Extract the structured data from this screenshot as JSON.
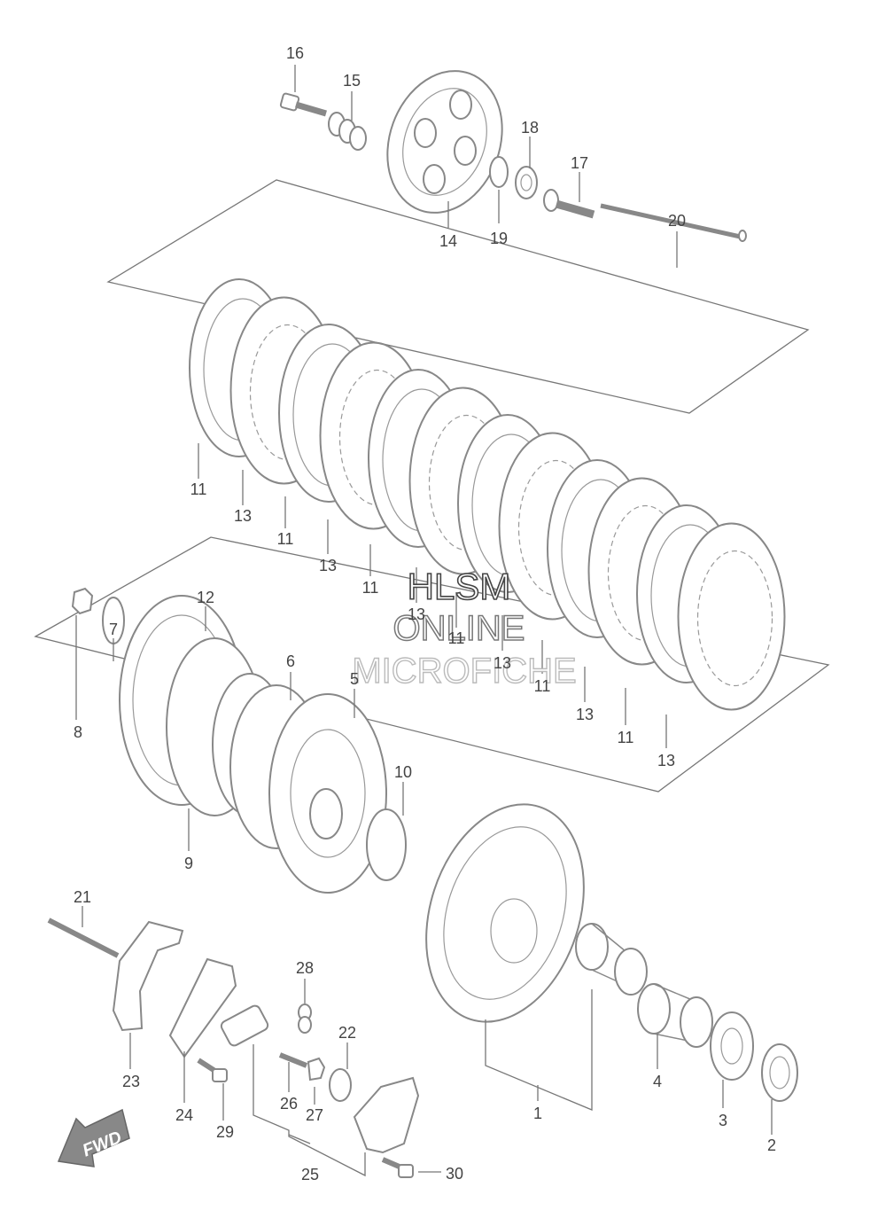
{
  "watermark": {
    "line1": "HLSM",
    "line2": "ONLINE",
    "line3": "MICROFICHE"
  },
  "fwd_badge": "FWD",
  "labels": [
    {
      "id": "16",
      "text": "16"
    },
    {
      "id": "15",
      "text": "15"
    },
    {
      "id": "18",
      "text": "18"
    },
    {
      "id": "17",
      "text": "17"
    },
    {
      "id": "20",
      "text": "20"
    },
    {
      "id": "14",
      "text": "14"
    },
    {
      "id": "19",
      "text": "19"
    },
    {
      "id": "11a",
      "text": "11"
    },
    {
      "id": "13a",
      "text": "13"
    },
    {
      "id": "11b",
      "text": "11"
    },
    {
      "id": "13b",
      "text": "13"
    },
    {
      "id": "11c",
      "text": "11"
    },
    {
      "id": "13c",
      "text": "13"
    },
    {
      "id": "11d",
      "text": "11"
    },
    {
      "id": "13d",
      "text": "13"
    },
    {
      "id": "11e",
      "text": "11"
    },
    {
      "id": "13e",
      "text": "13"
    },
    {
      "id": "11f",
      "text": "11"
    },
    {
      "id": "13f",
      "text": "13"
    },
    {
      "id": "12",
      "text": "12"
    },
    {
      "id": "7",
      "text": "7"
    },
    {
      "id": "6",
      "text": "6"
    },
    {
      "id": "5",
      "text": "5"
    },
    {
      "id": "8",
      "text": "8"
    },
    {
      "id": "10",
      "text": "10"
    },
    {
      "id": "9",
      "text": "9"
    },
    {
      "id": "21",
      "text": "21"
    },
    {
      "id": "28",
      "text": "28"
    },
    {
      "id": "22",
      "text": "22"
    },
    {
      "id": "23",
      "text": "23"
    },
    {
      "id": "26",
      "text": "26"
    },
    {
      "id": "27",
      "text": "27"
    },
    {
      "id": "24",
      "text": "24"
    },
    {
      "id": "29",
      "text": "29"
    },
    {
      "id": "25",
      "text": "25"
    },
    {
      "id": "30",
      "text": "30"
    },
    {
      "id": "1",
      "text": "1"
    },
    {
      "id": "4",
      "text": "4"
    },
    {
      "id": "3",
      "text": "3"
    },
    {
      "id": "2",
      "text": "2"
    }
  ]
}
